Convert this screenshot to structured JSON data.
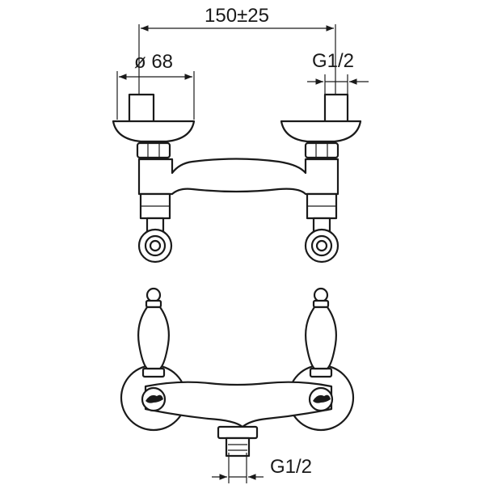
{
  "dimensions": {
    "center_distance": "150±25",
    "flange_diameter": "ø 68",
    "inlet_thread": "G1/2",
    "outlet_thread": "G1/2"
  }
}
